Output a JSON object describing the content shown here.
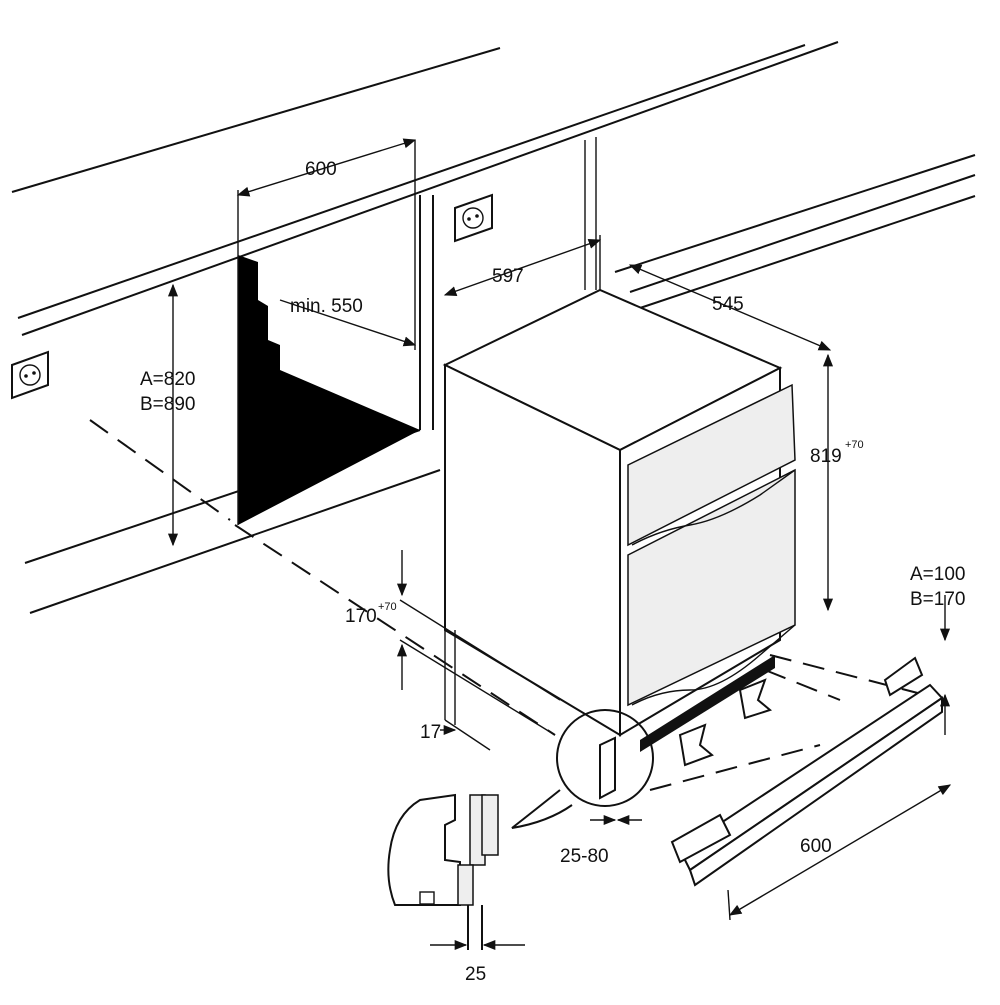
{
  "diagram": {
    "title": "Under-counter appliance installation dimensions",
    "dimensions": {
      "niche_width": "600",
      "niche_depth": "min. 550",
      "niche_height_a": "A=820",
      "niche_height_b": "B=890",
      "appliance_width": "597",
      "appliance_depth": "545",
      "appliance_height": "819",
      "appliance_height_tol": "+70",
      "plinth_gap": "170",
      "plinth_gap_tol": "+70",
      "side_offset": "17",
      "plinth_setback": "25-80",
      "plinth_height_a": "A=100",
      "plinth_height_b": "B=170",
      "plinth_width": "600",
      "detail_offset": "25"
    },
    "colors": {
      "line": "#111111",
      "niche_fill": "#000000",
      "background": "#ffffff"
    },
    "icons": [
      "power-socket-icon",
      "power-socket-icon"
    ]
  }
}
